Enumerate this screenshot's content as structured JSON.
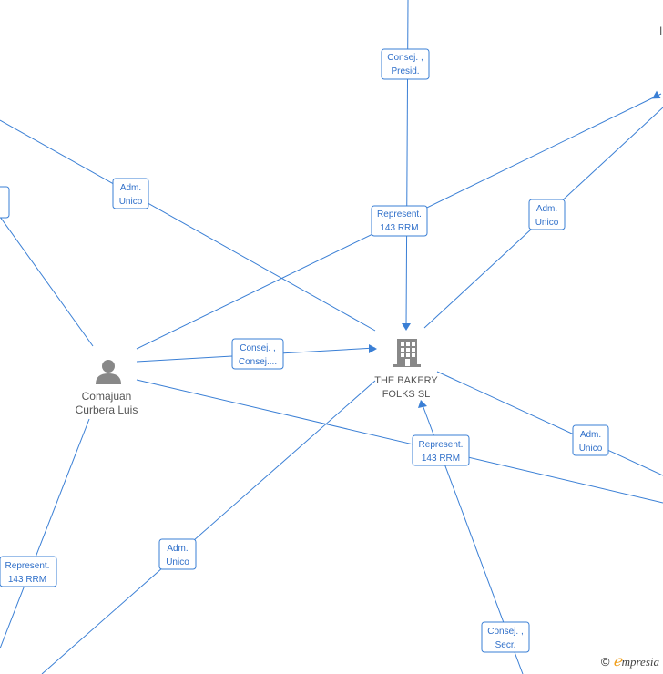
{
  "nodes": {
    "company": {
      "name_line1": "THE BAKERY",
      "name_line2": "FOLKS SL",
      "icon": "building-icon"
    },
    "person": {
      "name_line1": "Comajuan",
      "name_line2": "Curbera Luis",
      "icon": "person-icon"
    }
  },
  "relations": [
    {
      "id": "r1",
      "line1": "Consej. ,",
      "line2": "Presid."
    },
    {
      "id": "r2",
      "line1": "Adm.",
      "line2": "Unico"
    },
    {
      "id": "r3",
      "line1": "Represent.",
      "line2": "143 RRM"
    },
    {
      "id": "r4",
      "line1": "Adm.",
      "line2": "Unico"
    },
    {
      "id": "r5",
      "line1": "Consej. ,",
      "line2": "Consej...."
    },
    {
      "id": "r6",
      "line1": "Adm.",
      "line2": "Unico"
    },
    {
      "id": "r7",
      "line1": "Represent.",
      "line2": "143 RRM"
    },
    {
      "id": "r8",
      "line1": "Represent.",
      "line2": "143 RRM"
    },
    {
      "id": "r9",
      "line1": "Adm.",
      "line2": "Unico"
    },
    {
      "id": "r10",
      "line1": "Consej. ,",
      "line2": "Secr."
    }
  ],
  "edge_labels": {
    "top_right": "I"
  },
  "brand": {
    "copyright": "©",
    "e": "ℯ",
    "rest": "mpresia"
  },
  "colors": {
    "edge": "#3a7fd5",
    "label_text": "#2f6fc9",
    "icon": "#888888"
  }
}
